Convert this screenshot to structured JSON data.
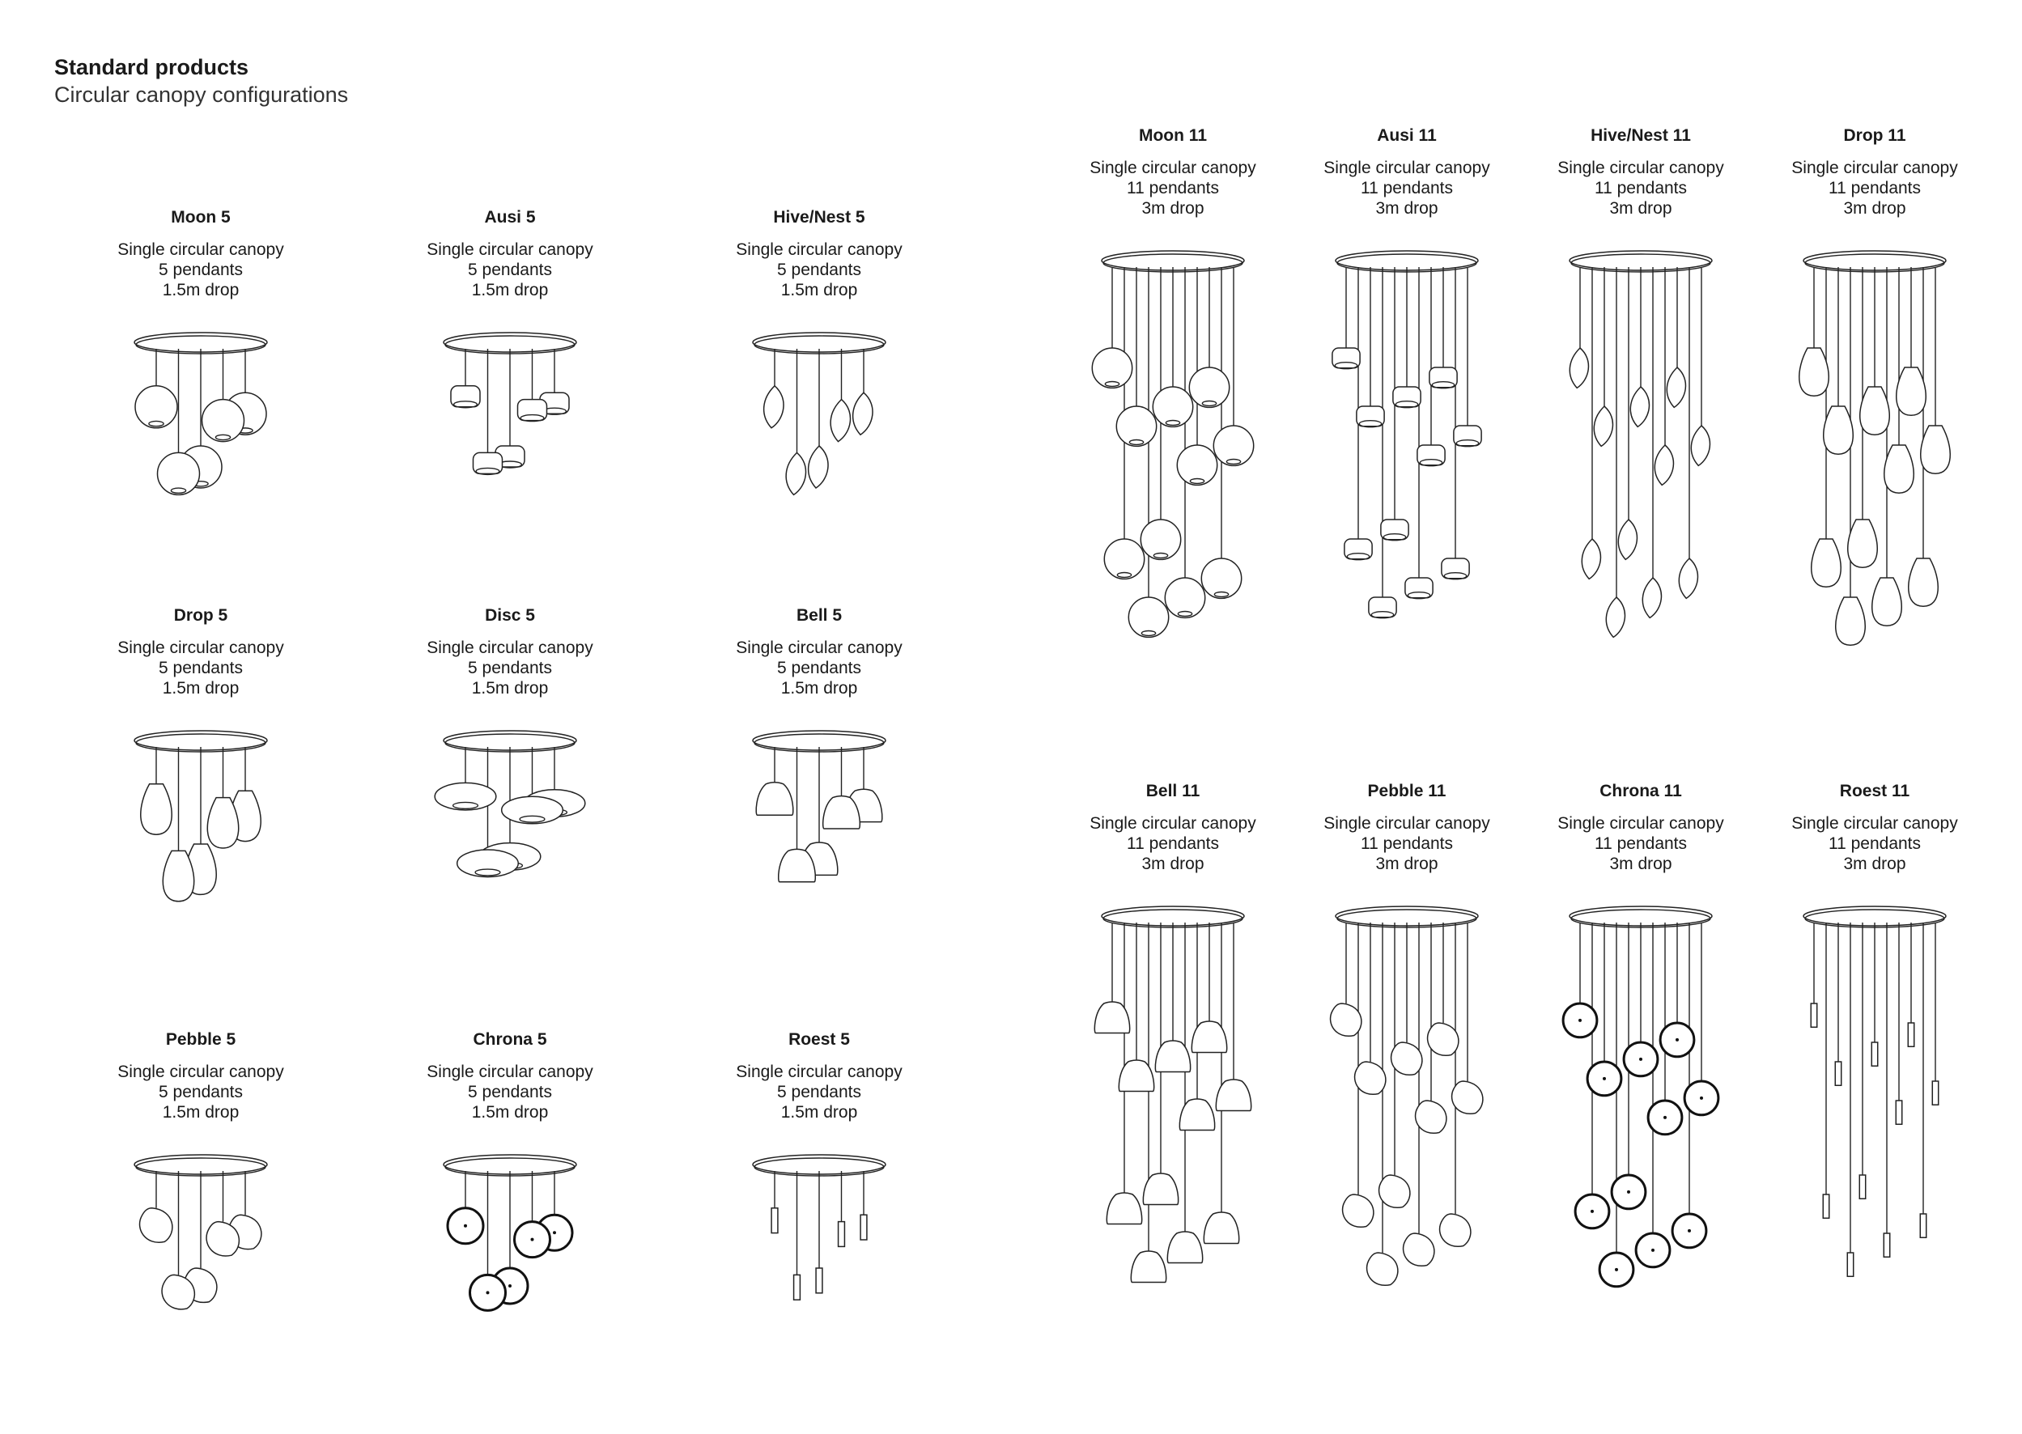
{
  "header": {
    "title": "Standard products",
    "subtitle": "Circular canopy configurations"
  },
  "products": [
    {
      "name": "Moon 5",
      "canopy": "Single circular canopy",
      "pendants": "5 pendants",
      "drop": "1.5m drop",
      "style": "moon",
      "count": 5
    },
    {
      "name": "Ausi 5",
      "canopy": "Single circular canopy",
      "pendants": "5 pendants",
      "drop": "1.5m drop",
      "style": "ausi",
      "count": 5
    },
    {
      "name": "Hive/Nest 5",
      "canopy": "Single circular canopy",
      "pendants": "5 pendants",
      "drop": "1.5m drop",
      "style": "hive",
      "count": 5
    },
    {
      "name": "Drop 5",
      "canopy": "Single circular canopy",
      "pendants": "5 pendants",
      "drop": "1.5m drop",
      "style": "drop",
      "count": 5
    },
    {
      "name": "Disc 5",
      "canopy": "Single circular canopy",
      "pendants": "5 pendants",
      "drop": "1.5m drop",
      "style": "disc",
      "count": 5
    },
    {
      "name": "Bell 5",
      "canopy": "Single circular canopy",
      "pendants": "5 pendants",
      "drop": "1.5m drop",
      "style": "bell",
      "count": 5
    },
    {
      "name": "Pebble 5",
      "canopy": "Single circular canopy",
      "pendants": "5 pendants",
      "drop": "1.5m drop",
      "style": "pebble",
      "count": 5
    },
    {
      "name": "Chrona 5",
      "canopy": "Single circular canopy",
      "pendants": "5 pendants",
      "drop": "1.5m drop",
      "style": "chrona",
      "count": 5
    },
    {
      "name": "Roest 5",
      "canopy": "Single circular canopy",
      "pendants": "5 pendants",
      "drop": "1.5m drop",
      "style": "roest",
      "count": 5
    },
    {
      "name": "Moon 11",
      "canopy": "Single circular canopy",
      "pendants": "11 pendants",
      "drop": "3m drop",
      "style": "moon",
      "count": 11
    },
    {
      "name": "Ausi 11",
      "canopy": "Single circular canopy",
      "pendants": "11 pendants",
      "drop": "3m drop",
      "style": "ausi",
      "count": 11
    },
    {
      "name": "Hive/Nest 11",
      "canopy": "Single circular canopy",
      "pendants": "11 pendants",
      "drop": "3m drop",
      "style": "hive",
      "count": 11
    },
    {
      "name": "Drop 11",
      "canopy": "Single circular canopy",
      "pendants": "11 pendants",
      "drop": "3m drop",
      "style": "drop",
      "count": 11
    },
    {
      "name": "Bell 11",
      "canopy": "Single circular canopy",
      "pendants": "11 pendants",
      "drop": "3m drop",
      "style": "bell",
      "count": 11
    },
    {
      "name": "Pebble 11",
      "canopy": "Single circular canopy",
      "pendants": "11 pendants",
      "drop": "3m drop",
      "style": "pebble",
      "count": 11
    },
    {
      "name": "Chrona 11",
      "canopy": "Single circular canopy",
      "pendants": "11 pendants",
      "drop": "3m drop",
      "style": "chrona",
      "count": 11
    },
    {
      "name": "Roest 11",
      "canopy": "Single circular canopy",
      "pendants": "11 pendants",
      "drop": "3m drop",
      "style": "roest",
      "count": 11
    }
  ]
}
